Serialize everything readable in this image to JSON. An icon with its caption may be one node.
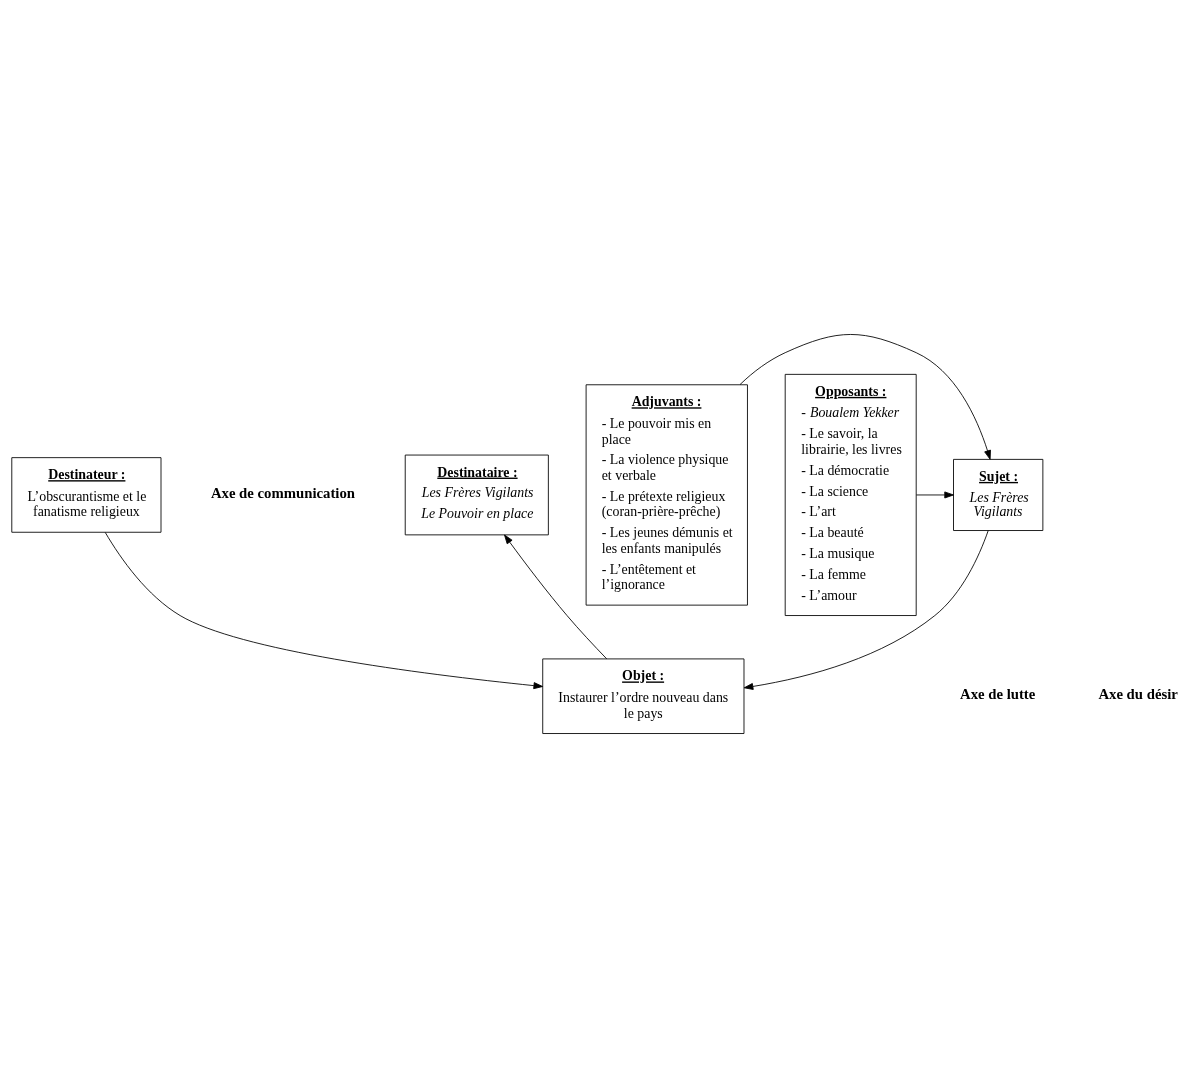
{
  "diagram": {
    "nodes": [
      {
        "text": [
          "Destinateur :",
          "L’obscurantisme et le fanatisme religieux"
        ]
      },
      {
        "text": [
          "Destinataire :",
          "*Les Frères Vigilants*",
          "*Le Pouvoir en place*"
        ]
      },
      {
        "text": [
          "Objet :",
          "Instaurer l’ordre nouveau dans le pays"
        ]
      },
      {
        "text": [
          "Adjuvants :",
          "- Le pouvoir mis en place",
          "- La violence physique et verbale",
          "- Le prétexte religieux (coran-prière-prêche)",
          "- Les jeunes démunis et les enfants manipulés",
          "- L’entêtement et l’ignorance"
        ]
      },
      {
        "text": [
          "Sujet :",
          "*Les Frères Vigilants*"
        ]
      },
      {
        "text": [
          "Opposants :",
          "- *Boualem Yekker*",
          "- Le savoir, la librairie, les livres",
          "- La démocratie",
          "- La science",
          "- L’art",
          "- La beauté",
          "- La musique",
          "- La femme",
          "- L’amour"
        ]
      }
    ],
    "edges": [
      {
        "from": 0,
        "to": 2,
        "arrow": "to"
      },
      {
        "from": 2,
        "to": 1,
        "arrow": "to"
      },
      {
        "from": 4,
        "to": 2,
        "arrow": "to"
      },
      {
        "from": 3,
        "to": 4,
        "arrow": "to"
      },
      {
        "from": 5,
        "to": 4,
        "arrow": "to"
      }
    ],
    "labels": [
      "Axe de communication",
      "Axe du désir",
      "Axe de lutte"
    ]
  }
}
